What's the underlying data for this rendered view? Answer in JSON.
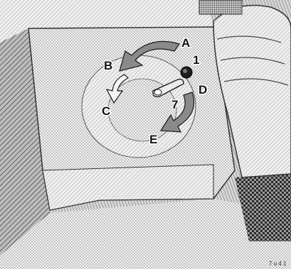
{
  "colors": {
    "background": "#ffffff",
    "ink": "#1a1a1a",
    "arrow_fill": "#8a8a8a",
    "arrow_outline_fill": "#f4f4f4",
    "mat": "#e2e2e2",
    "carpet": "#9a9a9a"
  },
  "callouts": {
    "A": "A",
    "B": "B",
    "C": "C",
    "D": "D",
    "E": "E",
    "part_1": "1",
    "part_7": "7"
  },
  "figure_code": "7 u 4 1"
}
